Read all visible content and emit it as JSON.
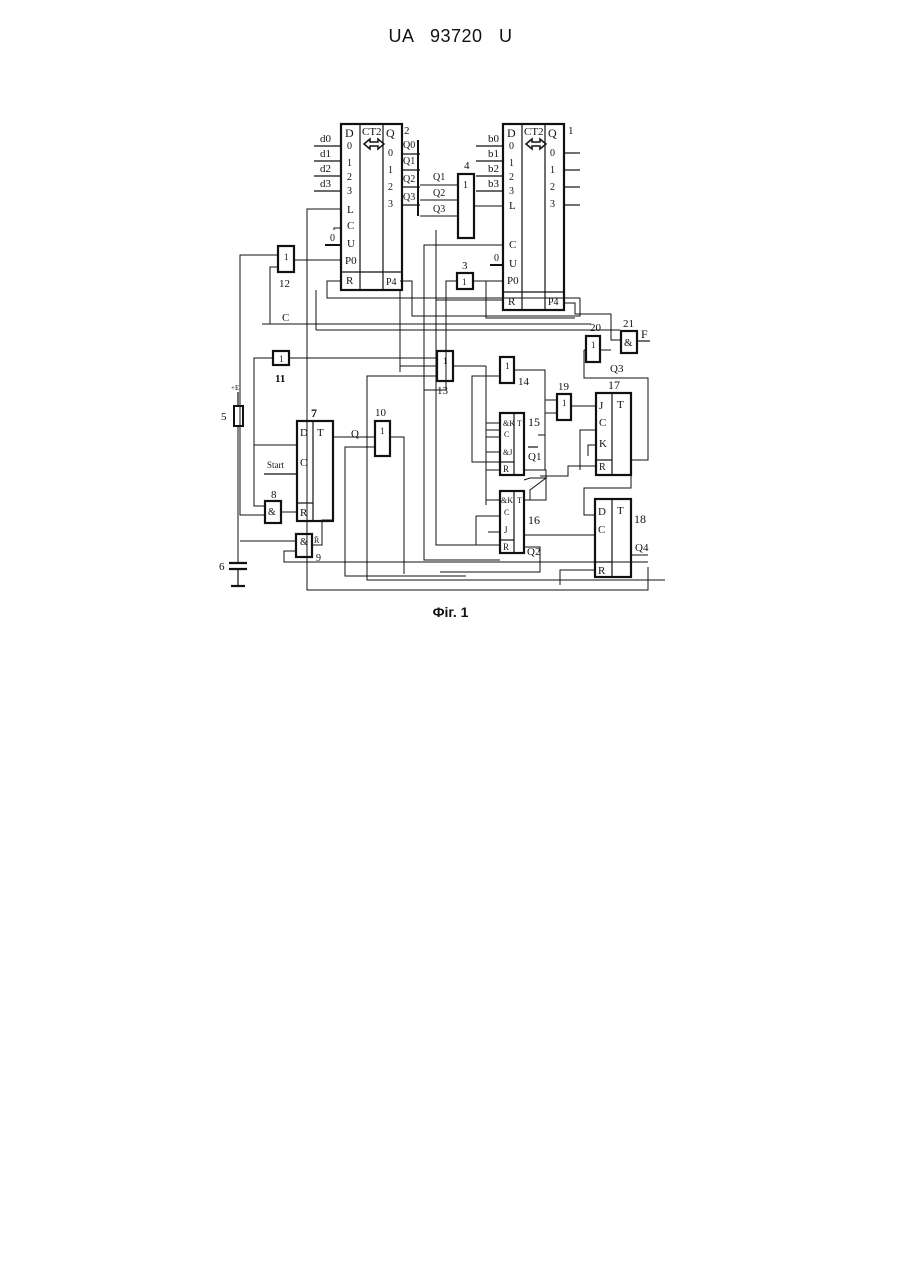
{
  "header": {
    "patent_number": "UA   93720   U"
  },
  "figure": {
    "caption": "Фіг. 1",
    "counters": [
      {
        "id": "2",
        "type_label": "CT2",
        "inputs_data": [
          "d0",
          "d1",
          "d2",
          "d3"
        ],
        "left_pins": [
          "D",
          "0",
          "1",
          "2",
          "3",
          "L",
          "C",
          "U",
          "P0",
          "R"
        ],
        "right_label": "Q",
        "outputs": [
          "0",
          "1",
          "2",
          "3"
        ],
        "outputs_named": [
          "Q0",
          "Q1",
          "Q2",
          "Q3"
        ],
        "carry": "P4",
        "const_input": "0"
      },
      {
        "id": "1",
        "type_label": "CT2",
        "inputs_data": [
          "b0",
          "b1",
          "b2",
          "b3"
        ],
        "left_pins": [
          "D",
          "0",
          "1",
          "2",
          "3",
          "L",
          "C",
          "U",
          "P0",
          "R"
        ],
        "right_label": "Q",
        "outputs": [
          "0",
          "1",
          "2",
          "3"
        ],
        "carry": "P4",
        "const_input": "0"
      }
    ],
    "gates": [
      {
        "id": "4",
        "symbol": "1",
        "inputs": [
          "Q1",
          "Q2",
          "Q3"
        ]
      },
      {
        "id": "3",
        "symbol": "1"
      },
      {
        "id": "12",
        "symbol": "1"
      },
      {
        "id": "11",
        "symbol": "1"
      },
      {
        "id": "13",
        "symbol": "1"
      },
      {
        "id": "14",
        "symbol": "1"
      },
      {
        "id": "10",
        "symbol": "1"
      },
      {
        "id": "19",
        "symbol": "1"
      },
      {
        "id": "20",
        "symbol": "1"
      },
      {
        "id": "21",
        "symbol": "&",
        "output": "F"
      },
      {
        "id": "8",
        "symbol": "&"
      },
      {
        "id": "9",
        "symbol": "&",
        "input": "R̄"
      }
    ],
    "flipflops": [
      {
        "id": "7",
        "type": "T",
        "pins": [
          "D",
          "C",
          "R"
        ],
        "start": "Start",
        "output": "Q"
      },
      {
        "id": "15",
        "type": "T",
        "pins": [
          "&K",
          "C",
          "&J",
          "R"
        ],
        "output": "Q1"
      },
      {
        "id": "16",
        "type": "T",
        "pins": [
          "&K",
          "C",
          "J",
          "R"
        ],
        "output": "Q2"
      },
      {
        "id": "17",
        "type": "T",
        "pins": [
          "J",
          "C",
          "K",
          "R"
        ],
        "output": "Q3"
      },
      {
        "id": "18",
        "type": "T",
        "pins": [
          "D",
          "C",
          "R"
        ],
        "output": "Q4"
      }
    ],
    "passive": [
      {
        "id": "5",
        "label": "+E"
      },
      {
        "id": "6"
      }
    ],
    "clock_label": "C"
  }
}
